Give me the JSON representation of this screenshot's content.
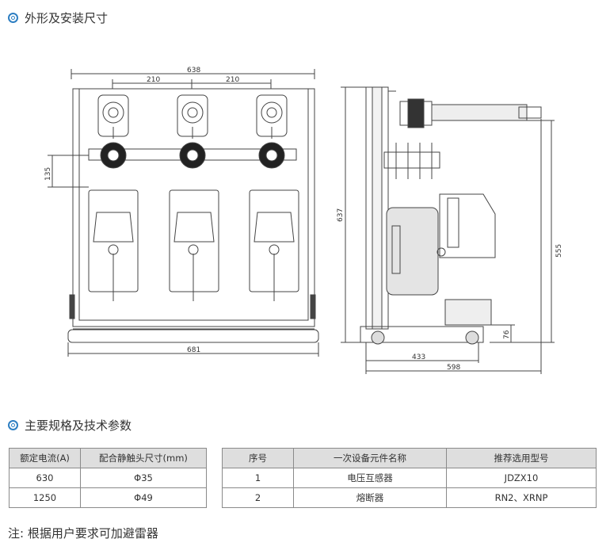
{
  "section1": {
    "title": "外形及安装尺寸"
  },
  "section2": {
    "title": "主要规格及技术参数"
  },
  "drawing": {
    "front_dims": {
      "overall_top": "638",
      "pitch_left": "210",
      "pitch_right": "210",
      "side_left": "135",
      "bottom": "681"
    },
    "side_dims": {
      "height_left": "637",
      "height_right": "555",
      "base": "76",
      "depth_inner": "433",
      "depth_outer": "598"
    }
  },
  "table1": {
    "headers": [
      "额定电流(A)",
      "配合静触头尺寸(mm)"
    ],
    "rows": [
      [
        "630",
        "Φ35"
      ],
      [
        "1250",
        "Φ49"
      ]
    ]
  },
  "table2": {
    "headers": [
      "序号",
      "一次设备元件名称",
      "推荐选用型号"
    ],
    "rows": [
      [
        "1",
        "电压互感器",
        "JDZX10"
      ],
      [
        "2",
        "熔断器",
        "RN2、XRNP"
      ]
    ]
  },
  "note": "注: 根据用户要求可加避雷器"
}
